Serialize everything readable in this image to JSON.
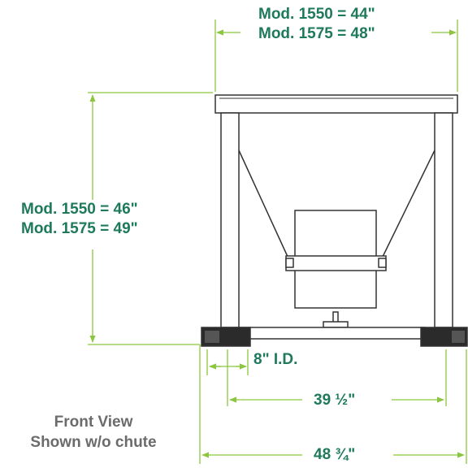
{
  "colors": {
    "dimension": "#1f7a5c",
    "dimension_line": "#8cc63f",
    "drawing": "#333333",
    "caption": "#6b6b6b"
  },
  "dimensions": {
    "top_width": {
      "line1": "Mod. 1550 = 44\"",
      "line2": "Mod. 1575 = 48\""
    },
    "height": {
      "line1": "Mod. 1550 = 46\"",
      "line2": "Mod. 1575 = 49\""
    },
    "outlet": "8\" I.D.",
    "inner_width": "39 ½\"",
    "overall_width": "48 ¾\""
  },
  "caption": {
    "line1": "Front View",
    "line2": "Shown w/o chute"
  }
}
